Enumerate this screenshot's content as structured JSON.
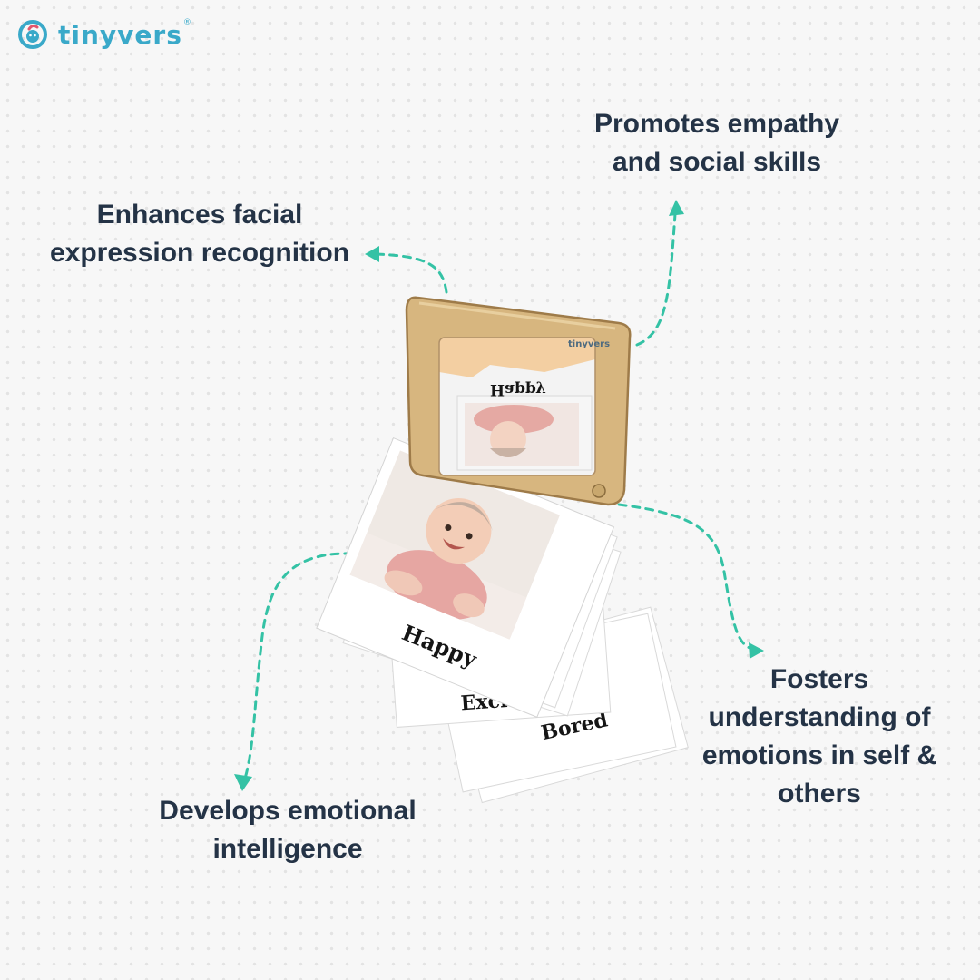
{
  "brand": {
    "name": "tinyvers",
    "reg_mark": "®",
    "frame_print": "tinyvers",
    "colors": {
      "brand": "#3aa9c9",
      "accent_arrow": "#34c2a5",
      "label_text": "#243346",
      "frame_wood": "#d4b27a"
    }
  },
  "features": {
    "top_left": {
      "line1": "Enhances facial",
      "line2": "expression recognition"
    },
    "top_right": {
      "line1": "Promotes empathy",
      "line2": "and social skills"
    },
    "bottom_right": {
      "line1": "Fosters",
      "line2": "understanding of",
      "line3": "emotions in self &",
      "line4": "others"
    },
    "bottom_left": {
      "line1": "Develops emotional",
      "line2": "intelligence"
    }
  },
  "cards": {
    "mirror_word": "Happy",
    "top_card_word": "Happy",
    "second_word": "Excited",
    "third_word": "Bored"
  },
  "icons": [
    "brand-logo-icon",
    "baby-photo",
    "frame-screw-icon"
  ]
}
